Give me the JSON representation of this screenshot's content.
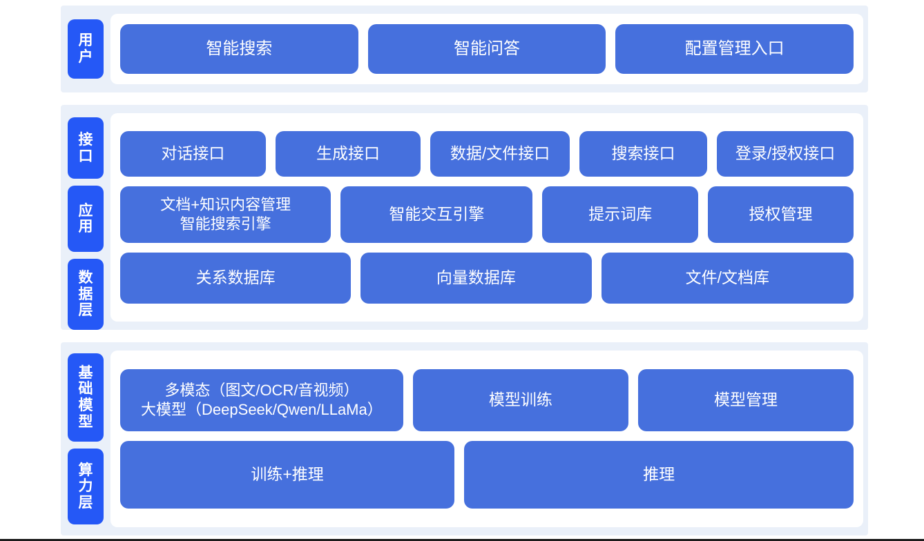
{
  "colors": {
    "band_background": "#eaf0f9",
    "panel_background": "#ffffff",
    "card_blue": "#4670dd",
    "label_blue": "#2558f6",
    "card_text": "#ffffff"
  },
  "bands": {
    "user": {
      "labels": [
        "用户"
      ],
      "cards": [
        "智能搜索",
        "智能问答",
        "配置管理入口"
      ]
    },
    "middle": {
      "labels": [
        "接口",
        "应用",
        "数据层"
      ],
      "interface_cards": [
        "对话接口",
        "生成接口",
        "数据/文件接口",
        "搜索接口",
        "登录/授权接口"
      ],
      "application_cards": [
        "文档+知识内容管理\n智能搜索引擎",
        "智能交互引擎",
        "提示词库",
        "授权管理"
      ],
      "data_cards": [
        "关系数据库",
        "向量数据库",
        "文件/文档库"
      ]
    },
    "bottom": {
      "labels": [
        "基础模型",
        "算力层"
      ],
      "model_cards": [
        "多模态（图文/OCR/音视频）\n大模型（DeepSeek/Qwen/LLaMa）",
        "模型训练",
        "模型管理"
      ],
      "compute_cards": [
        "训练+推理",
        "推理"
      ]
    }
  }
}
